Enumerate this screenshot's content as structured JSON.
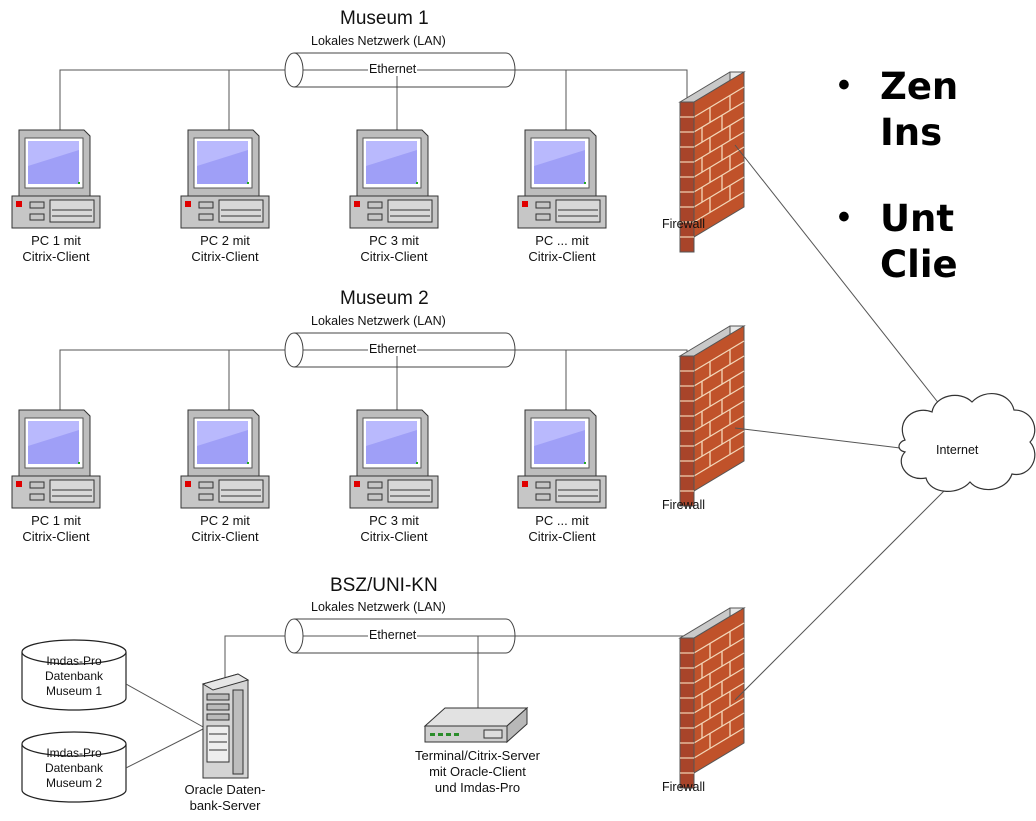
{
  "networks": [
    {
      "title": "Museum 1",
      "lan_label": "Lokales Netzwerk (LAN)",
      "cable_label": "Ethernet",
      "clients": [
        {
          "line1": "PC 1 mit",
          "line2": "Citrix-Client"
        },
        {
          "line1": "PC 2 mit",
          "line2": "Citrix-Client"
        },
        {
          "line1": "PC 3 mit",
          "line2": "Citrix-Client"
        },
        {
          "line1": "PC ... mit",
          "line2": "Citrix-Client"
        }
      ],
      "firewall_label": "Firewall"
    },
    {
      "title": "Museum 2",
      "lan_label": "Lokales Netzwerk (LAN)",
      "cable_label": "Ethernet",
      "clients": [
        {
          "line1": "PC 1 mit",
          "line2": "Citrix-Client"
        },
        {
          "line1": "PC 2 mit",
          "line2": "Citrix-Client"
        },
        {
          "line1": "PC 3 mit",
          "line2": "Citrix-Client"
        },
        {
          "line1": "PC ... mit",
          "line2": "Citrix-Client"
        }
      ],
      "firewall_label": "Firewall"
    },
    {
      "title": "BSZ/UNI-KN",
      "lan_label": "Lokales Netzwerk (LAN)",
      "cable_label": "Ethernet",
      "firewall_label": "Firewall",
      "databases": [
        {
          "line1": "Imdas-Pro",
          "line2": "Datenbank",
          "line3": "Museum 1"
        },
        {
          "line1": "Imdas-Pro",
          "line2": "Datenbank",
          "line3": "Museum 2"
        }
      ],
      "db_server": {
        "line1": "Oracle Daten-",
        "line2": "bank-Server"
      },
      "terminal_server": {
        "line1": "Terminal/Citrix-Server",
        "line2": "mit Oracle-Client",
        "line3": "und Imdas-Pro"
      }
    }
  ],
  "internet_label": "Internet",
  "bullets": [
    {
      "line1": "Zen",
      "line2": "Ins"
    },
    {
      "line1": "Unt",
      "line2": "Clie"
    }
  ],
  "colors": {
    "brick": "#c0522a",
    "mortar": "#f3d6b8",
    "pc_body": "#c8c8c8",
    "screen": "#a9a9ff",
    "line": "#555555"
  }
}
